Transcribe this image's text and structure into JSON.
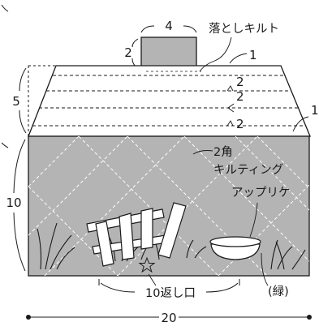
{
  "figure": {
    "title": "",
    "colors": {
      "line": "#1a1a1a",
      "panel_gray": "#b4b4b4",
      "paper": "#ffffff"
    },
    "labels": {
      "tab_width": "4",
      "tab_height": "2",
      "fold_quilt": "落としキルト",
      "quilt_gap_top": "1",
      "quilt_gap_bottom": "1",
      "line_spacing_1": "2",
      "line_spacing_2": "2",
      "line_spacing_3": "2",
      "top_height": "5",
      "bottom_height": "10",
      "diag_quilt_line1": "2角",
      "diag_quilt_line2": "キルティング",
      "applique": "アップリケ",
      "opening": "10返し口",
      "green": "(緑)",
      "total_width": "20"
    },
    "icons": {
      "star": "star-outline-icon"
    }
  }
}
